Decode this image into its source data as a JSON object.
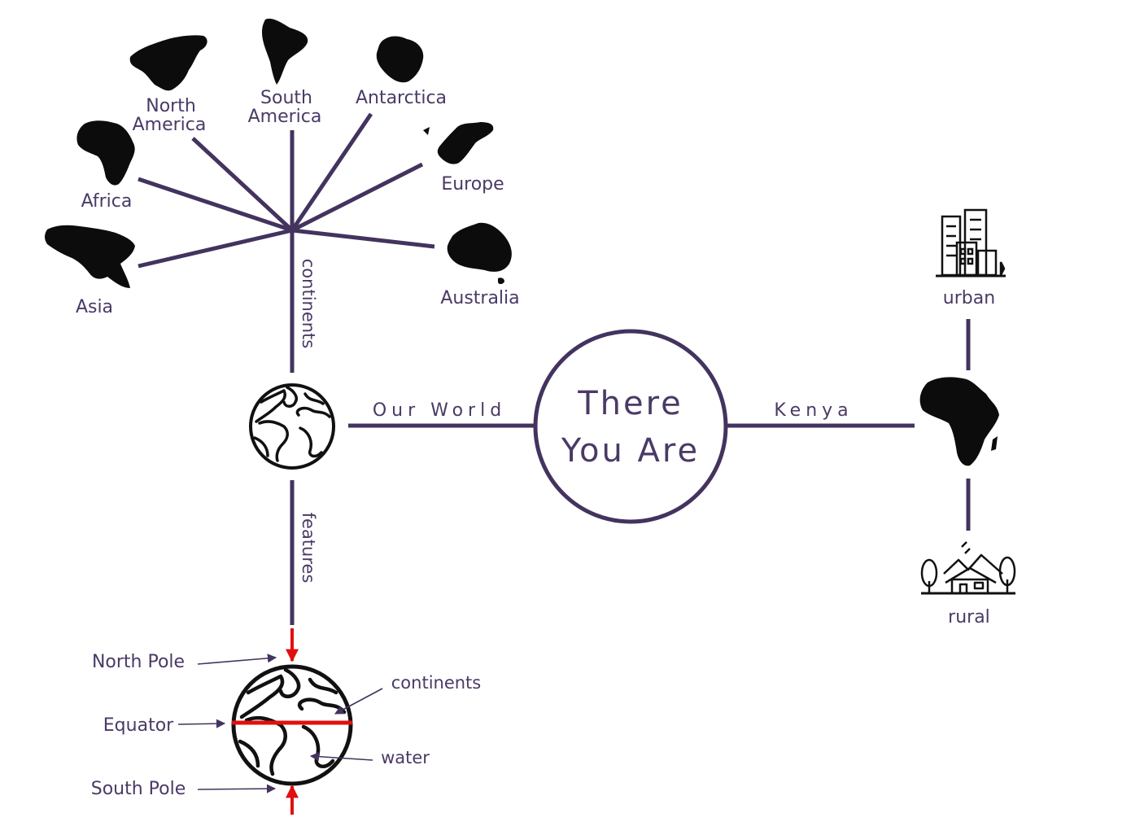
{
  "center": {
    "line1": "There",
    "line2": "You  Are"
  },
  "branches": {
    "left_label": "Our  World",
    "right_label": "Kenya",
    "continents_label": "continents",
    "features_label": "features"
  },
  "continents": {
    "north_america": {
      "line1": "North",
      "line2": "America"
    },
    "south_america": {
      "line1": "South",
      "line2": "America"
    },
    "antarctica": "Antarctica",
    "europe": "Europe",
    "africa": "Africa",
    "asia": "Asia",
    "australia": "Australia"
  },
  "kenya": {
    "urban": "urban",
    "rural": "rural"
  },
  "features": {
    "north_pole": "North  Pole",
    "equator": "Equator",
    "south_pole": "South  Pole",
    "continents": "continents",
    "water": "water"
  },
  "colors": {
    "line": "#43335e",
    "text": "#4a3a66",
    "marker": "#e01010",
    "icon": "#0c0c0c"
  }
}
